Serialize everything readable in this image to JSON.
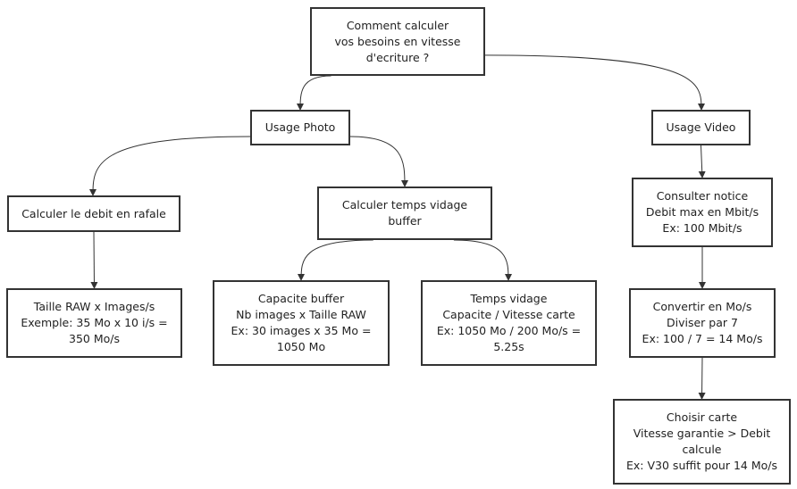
{
  "diagram": {
    "nodes": {
      "root": {
        "lines": [
          "Comment calculer",
          "vos besoins en vitesse",
          "d'ecriture ?"
        ]
      },
      "photo": {
        "lines": [
          "Usage Photo"
        ]
      },
      "video": {
        "lines": [
          "Usage Video"
        ]
      },
      "rafale": {
        "lines": [
          "Calculer le debit en rafale"
        ]
      },
      "vidage": {
        "lines": [
          "Calculer temps vidage",
          "buffer"
        ]
      },
      "taille": {
        "lines": [
          "Taille RAW x Images/s",
          "Exemple: 35 Mo x 10 i/s =",
          "350 Mo/s"
        ]
      },
      "capacite": {
        "lines": [
          "Capacite buffer",
          "Nb images x Taille RAW",
          "Ex: 30 images x 35 Mo =",
          "1050 Mo"
        ]
      },
      "temps": {
        "lines": [
          "Temps vidage",
          "Capacite / Vitesse carte",
          "Ex: 1050 Mo / 200 Mo/s =",
          "5.25s"
        ]
      },
      "notice": {
        "lines": [
          "Consulter notice",
          "Debit max en Mbit/s",
          "Ex: 100 Mbit/s"
        ]
      },
      "convertir": {
        "lines": [
          "Convertir en Mo/s",
          "Diviser par 7",
          "Ex: 100 / 7 = 14 Mo/s"
        ]
      },
      "choisir": {
        "lines": [
          "Choisir carte",
          "Vitesse garantie > Debit",
          "calcule",
          "Ex: V30 suffit pour 14 Mo/s"
        ]
      }
    },
    "edges": [
      [
        "root",
        "photo"
      ],
      [
        "root",
        "video"
      ],
      [
        "photo",
        "rafale"
      ],
      [
        "photo",
        "vidage"
      ],
      [
        "rafale",
        "taille"
      ],
      [
        "vidage",
        "capacite"
      ],
      [
        "vidage",
        "temps"
      ],
      [
        "video",
        "notice"
      ],
      [
        "notice",
        "convertir"
      ],
      [
        "convertir",
        "choisir"
      ]
    ]
  }
}
